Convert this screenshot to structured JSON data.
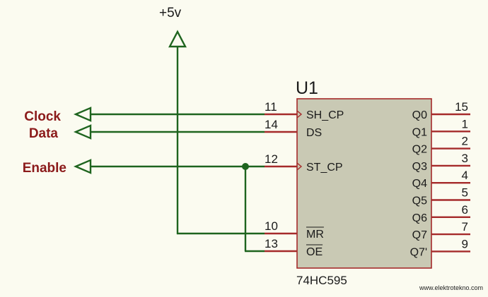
{
  "power": {
    "label": "+5v"
  },
  "nets": {
    "clock": "Clock",
    "data": "Data",
    "enable": "Enable"
  },
  "chip": {
    "ref": "U1",
    "part": "74HC595",
    "left_pins": [
      {
        "num": "11",
        "name": "SH_CP",
        "clock": true,
        "overbar": false
      },
      {
        "num": "14",
        "name": "DS",
        "clock": false,
        "overbar": false
      },
      {
        "num": "12",
        "name": "ST_CP",
        "clock": true,
        "overbar": false
      },
      {
        "num": "10",
        "name": "MR",
        "clock": false,
        "overbar": true
      },
      {
        "num": "13",
        "name": "OE",
        "clock": false,
        "overbar": true
      }
    ],
    "right_pins": [
      {
        "num": "15",
        "name": "Q0"
      },
      {
        "num": "1",
        "name": "Q1"
      },
      {
        "num": "2",
        "name": "Q2"
      },
      {
        "num": "3",
        "name": "Q3"
      },
      {
        "num": "4",
        "name": "Q4"
      },
      {
        "num": "5",
        "name": "Q5"
      },
      {
        "num": "6",
        "name": "Q6"
      },
      {
        "num": "7",
        "name": "Q7"
      },
      {
        "num": "9",
        "name": "Q7'"
      }
    ]
  },
  "watermark": "www.elektrotekno.com",
  "colors": {
    "wire": "#1e641e",
    "body_fill": "#c9c9b4",
    "body_stroke": "#a52a2a",
    "net_label": "#8b1a1a",
    "background": "#fbfbf0"
  }
}
